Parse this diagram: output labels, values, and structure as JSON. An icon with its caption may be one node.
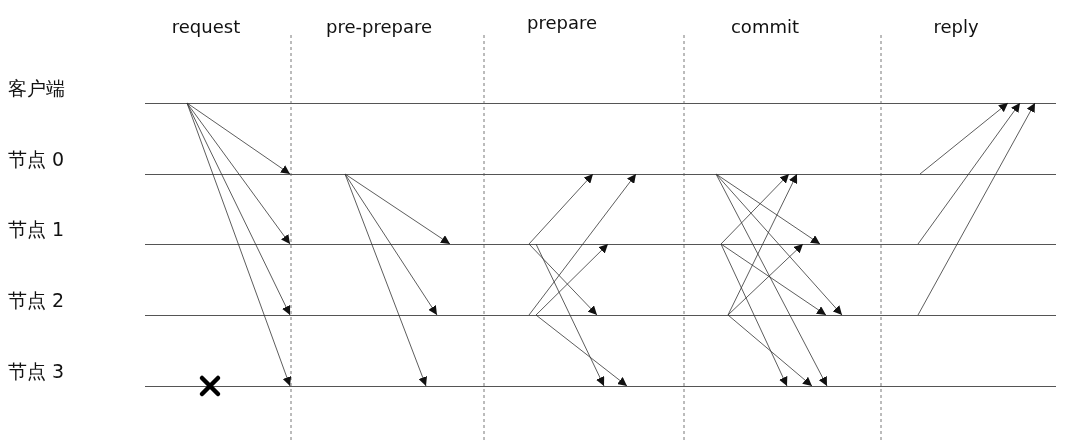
{
  "diagram": {
    "nodes": [
      {
        "text": [
          "客户端"
        ]
      },
      {
        "text": [
          "节点 0"
        ]
      },
      {
        "text": [
          "节点 1"
        ]
      },
      {
        "text": [
          "节点 2"
        ]
      },
      {
        "text": [
          "节点 3"
        ]
      }
    ],
    "edges": [
      {
        "from": 0,
        "to": 1,
        "arrow": "to"
      },
      {
        "from": 0,
        "to": 2,
        "arrow": "to"
      },
      {
        "from": 0,
        "to": 3,
        "arrow": "to"
      },
      {
        "from": 0,
        "to": 4,
        "arrow": "to"
      },
      {
        "from": 1,
        "to": 2,
        "arrow": "to"
      },
      {
        "from": 1,
        "to": 3,
        "arrow": "to"
      },
      {
        "from": 1,
        "to": 4,
        "arrow": "to"
      },
      {
        "from": 2,
        "to": 1,
        "arrow": "to"
      },
      {
        "from": 3,
        "to": 1,
        "arrow": "to"
      },
      {
        "from": 2,
        "to": 3,
        "arrow": "to"
      },
      {
        "from": 2,
        "to": 4,
        "arrow": "to"
      },
      {
        "from": 3,
        "to": 2,
        "arrow": "to"
      },
      {
        "from": 3,
        "to": 4,
        "arrow": "to"
      },
      {
        "from": 1,
        "to": 2,
        "arrow": "to"
      },
      {
        "from": 1,
        "to": 3,
        "arrow": "to"
      },
      {
        "from": 1,
        "to": 4,
        "arrow": "to"
      },
      {
        "from": 2,
        "to": 1,
        "arrow": "to"
      },
      {
        "from": 2,
        "to": 3,
        "arrow": "to"
      },
      {
        "from": 2,
        "to": 4,
        "arrow": "to"
      },
      {
        "from": 3,
        "to": 1,
        "arrow": "to"
      },
      {
        "from": 3,
        "to": 2,
        "arrow": "to"
      },
      {
        "from": 3,
        "to": 4,
        "arrow": "to"
      },
      {
        "from": 1,
        "to": 0,
        "arrow": "to"
      },
      {
        "from": 2,
        "to": 0,
        "arrow": "to"
      },
      {
        "from": 3,
        "to": 0,
        "arrow": "to"
      }
    ],
    "labels": [
      "request",
      "pre-prepare",
      "prepare",
      "commit",
      "reply"
    ]
  }
}
